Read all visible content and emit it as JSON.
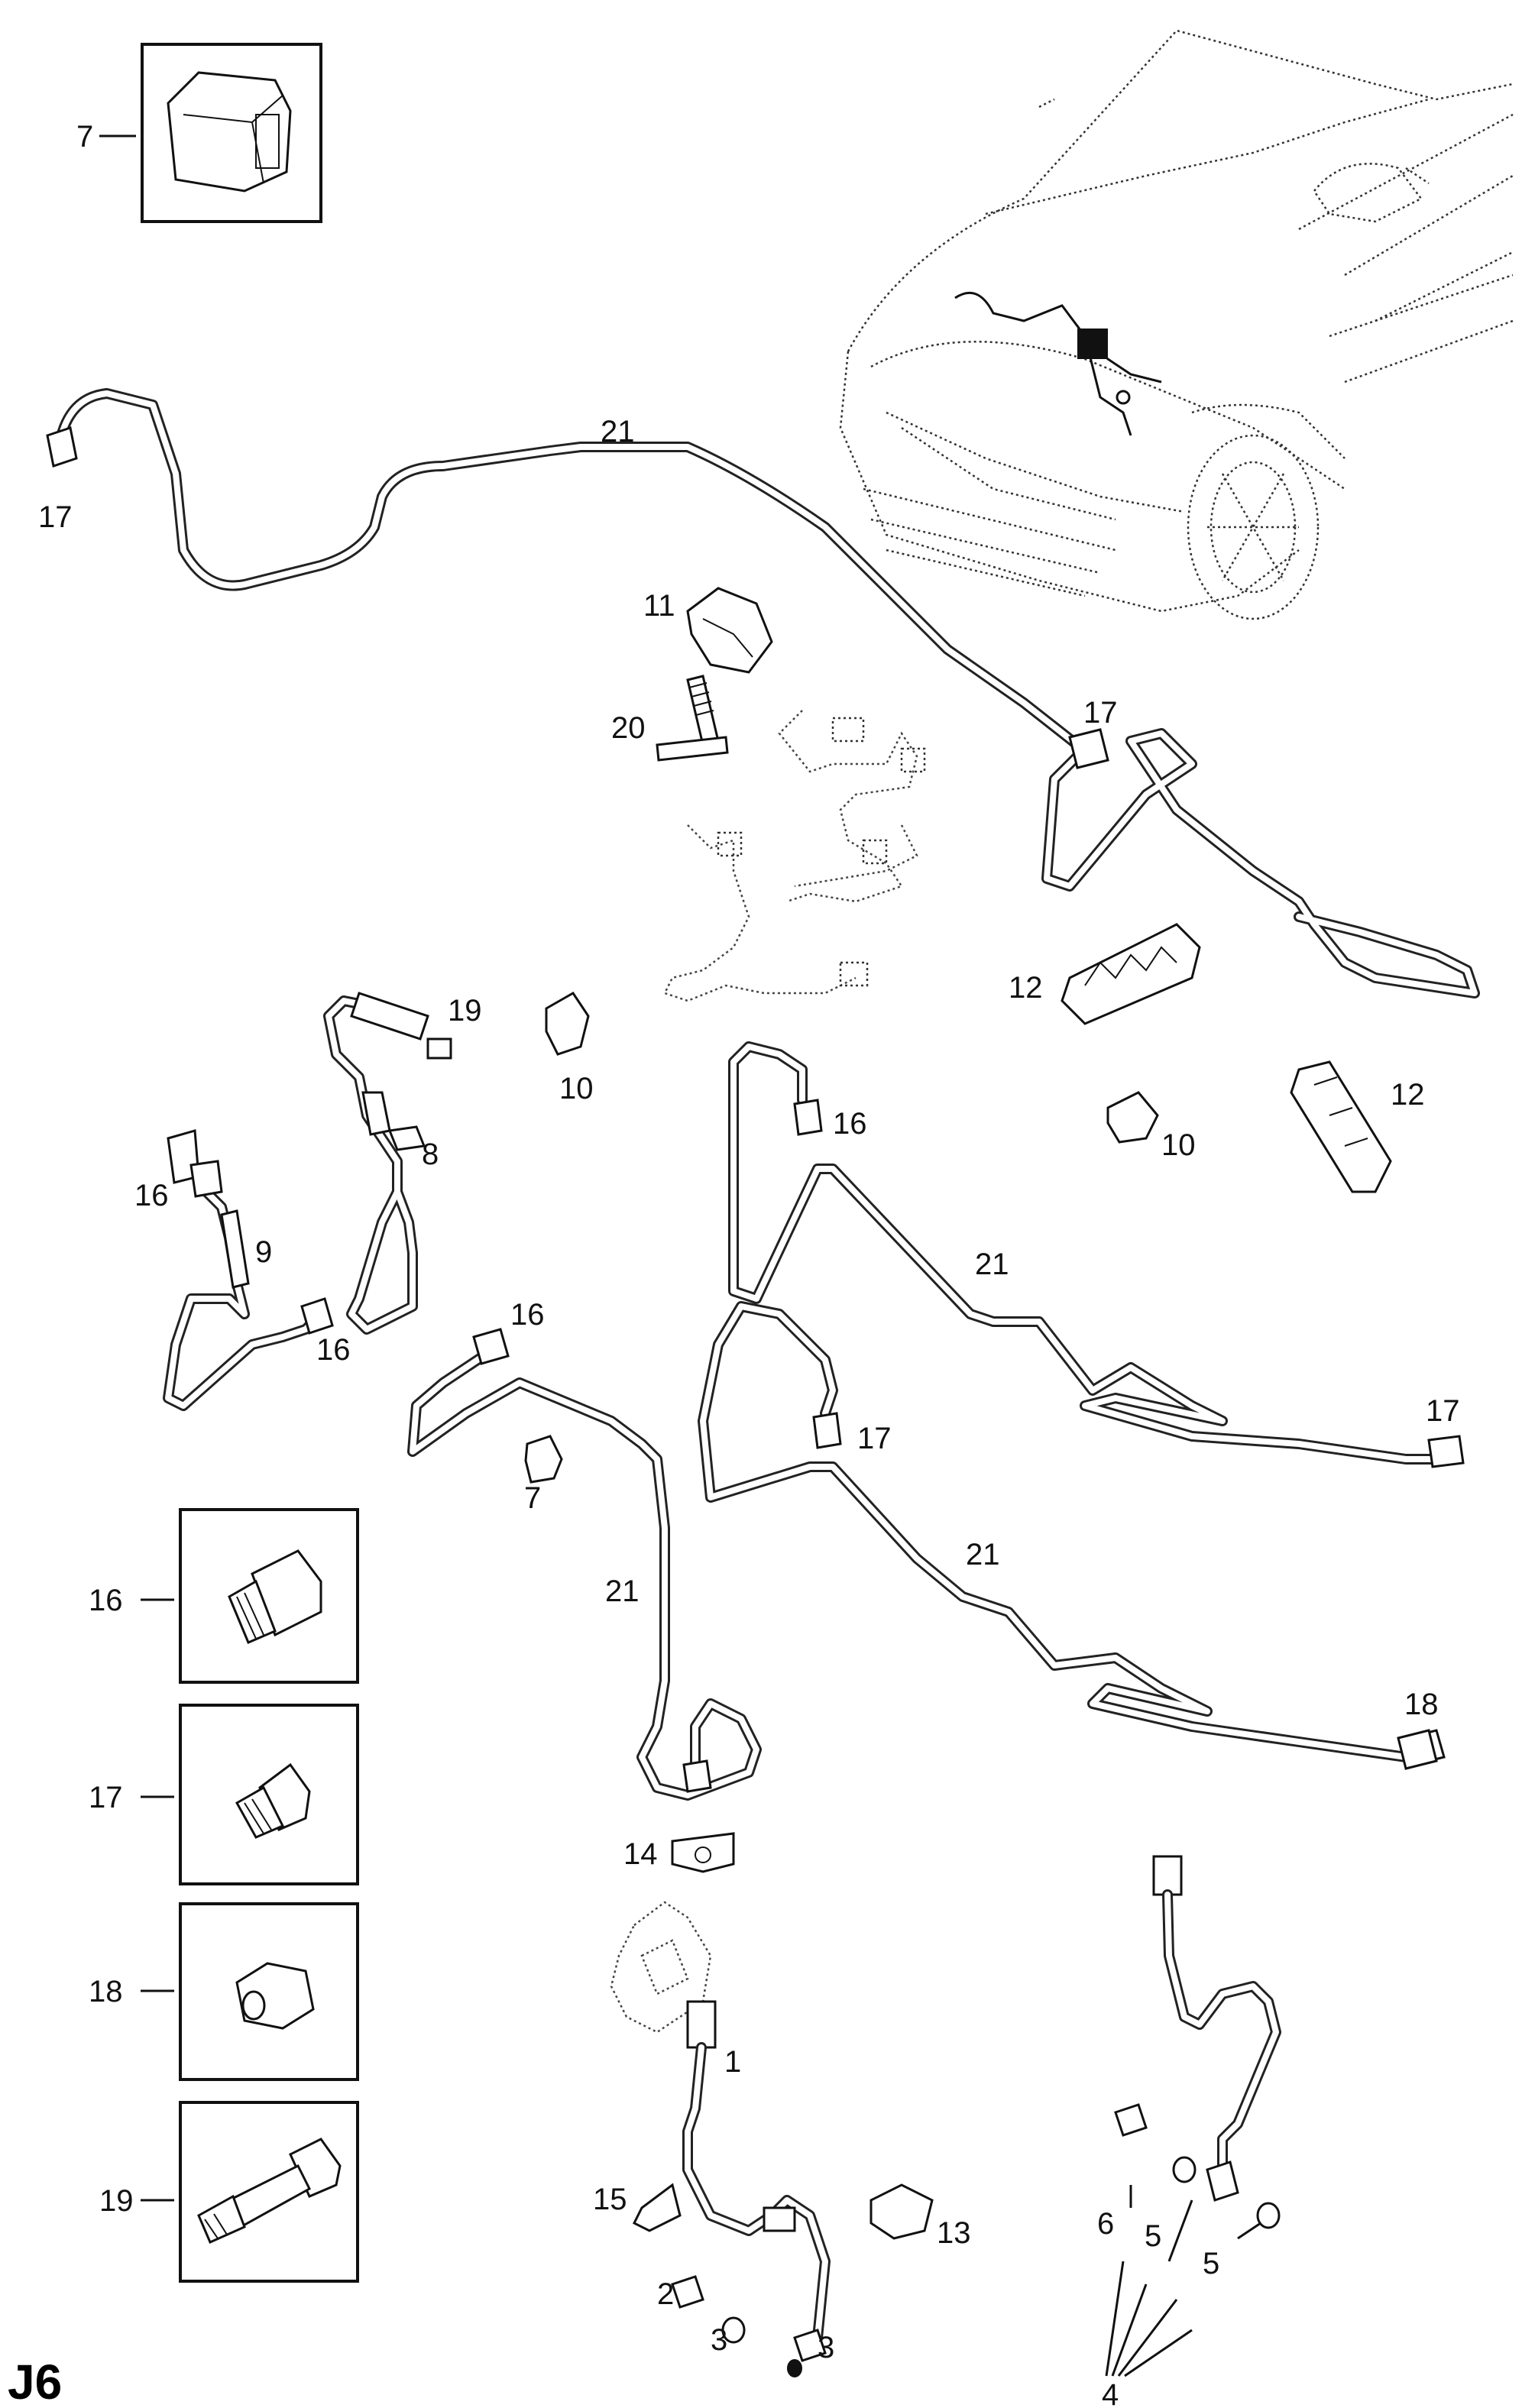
{
  "page_code": "J6",
  "callouts": {
    "c7_box": "7",
    "c7": "7",
    "c16_box": "16",
    "c17_box": "17",
    "c18_box": "18",
    "c19_box": "19",
    "c17_a": "17",
    "c17_b": "17",
    "c17_c": "17",
    "c17_d": "17",
    "c21_a": "21",
    "c21_b": "21",
    "c21_c": "21",
    "c21_d": "21",
    "c11": "11",
    "c20": "20",
    "c12_a": "12",
    "c12_b": "12",
    "c19": "19",
    "c10_a": "10",
    "c10_b": "10",
    "c16_a": "16",
    "c16_b": "16",
    "c16_c": "16",
    "c16_d": "16",
    "c8": "8",
    "c9": "9",
    "c18": "18",
    "c14": "14",
    "c1": "1",
    "c15": "15",
    "c13": "13",
    "c2": "2",
    "c3_a": "3",
    "c3_b": "3",
    "c6": "6",
    "c5_a": "5",
    "c5_b": "5",
    "c4": "4"
  }
}
